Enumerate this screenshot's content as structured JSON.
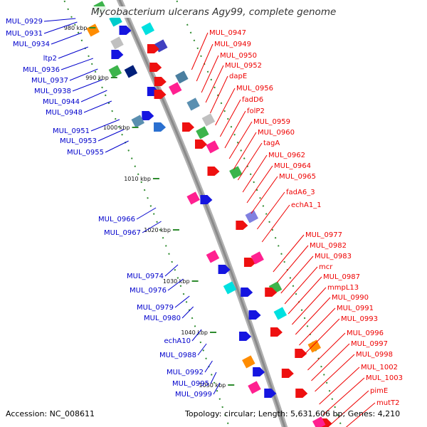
{
  "title": "Mycobacterium ulcerans Agy99, complete genome",
  "footer": {
    "accession": "Accession: NC_008611",
    "topology": "Topology: circular; Length: 5,631,606 bp; Genes: 4,210"
  },
  "colors": {
    "backbone": "#999999",
    "left_labels": "#0000cc",
    "right_labels": "#ee0000",
    "tick_dots": "#2e8b2e"
  },
  "ticks": [
    "980 kbp",
    "990 kbp",
    "1000 kbp",
    "1010 kbp",
    "1020 kbp",
    "1030 kbp",
    "1040 kbp",
    "1050 kbp"
  ],
  "left_labels": [
    "MUL_0929",
    "MUL_0931",
    "MUL_0934",
    "ltp2",
    "MUL_0936",
    "MUL_0937",
    "MUL_0938",
    "MUL_0944",
    "MUL_0948",
    "MUL_0951",
    "MUL_0953",
    "MUL_0955",
    "MUL_0966",
    "MUL_0967",
    "MUL_0974",
    "MUL_0976",
    "MUL_0979",
    "MUL_0980",
    "echA10",
    "MUL_0988",
    "MUL_0992",
    "MUL_0995",
    "MUL_0999"
  ],
  "right_labels": [
    "MUL_0947",
    "MUL_0949",
    "MUL_0950",
    "MUL_0952",
    "dapE",
    "MUL_0956",
    "fadD6",
    "folP2",
    "MUL_0959",
    "MUL_0960",
    "tagA",
    "MUL_0962",
    "MUL_0964",
    "MUL_0965",
    "fadA6_3",
    "echA1_1",
    "MUL_0977",
    "MUL_0982",
    "MUL_0983",
    "mcr",
    "MUL_0987",
    "mmpL13",
    "MUL_0990",
    "MUL_0991",
    "MUL_0993",
    "MUL_0996",
    "MUL_0997",
    "MUL_0998",
    "MUL_1002",
    "MUL_1003",
    "pimE",
    "mutT2"
  ]
}
